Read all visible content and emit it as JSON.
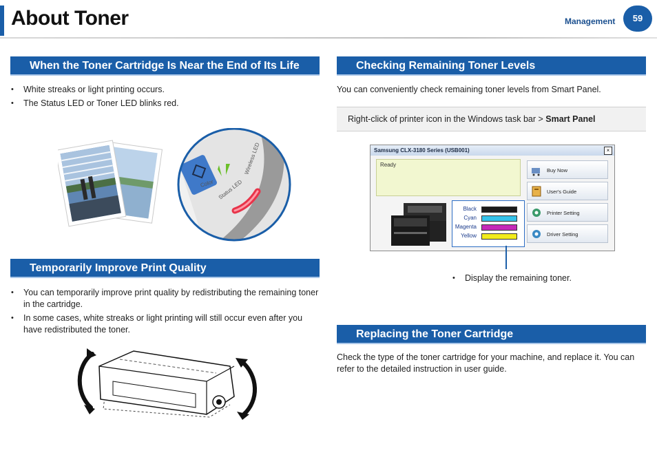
{
  "header": {
    "title": "About Toner",
    "section": "Management",
    "page_number": "59"
  },
  "section_end_of_life": {
    "heading": "When the Toner Cartridge Is Near the End of Its Life",
    "bullets": [
      "White streaks or light printing occurs.",
      "The Status LED or Toner LED blinks red."
    ],
    "led_labels": {
      "color": "Color",
      "status": "Status LED",
      "wireless": "Wireless LED"
    }
  },
  "section_improve": {
    "heading": "Temporarily Improve Print Quality",
    "bullets": [
      " You can temporarily improve print quality by redistributing the remaining toner in the cartridge.",
      "In some cases, white streaks or light printing will still occur even after you have redistributed the toner."
    ]
  },
  "section_check": {
    "heading": "Checking Remaining Toner Levels",
    "intro": "You can conveniently check remaining toner levels from Smart Panel.",
    "tip_text": "Right-click of printer icon in the Windows task bar > ",
    "tip_bold": "Smart Panel",
    "caption_bullet": "Display the remaining toner."
  },
  "smart_panel": {
    "window_title": "Samsung CLX-3180 Series (USB001)",
    "close_glyph": "×",
    "status": "Ready",
    "toner": [
      {
        "name": "Black",
        "color": "#1a1a1a",
        "level": 1.0
      },
      {
        "name": "Cyan",
        "color": "#35c3ea",
        "level": 1.0
      },
      {
        "name": "Magenta",
        "color": "#c52ab8",
        "level": 1.0
      },
      {
        "name": "Yellow",
        "color": "#f2ec1c",
        "level": 1.0
      }
    ],
    "buttons": [
      "Buy Now",
      "User's Guide",
      "Printer Setting",
      "Driver Setting"
    ]
  },
  "section_replace": {
    "heading": "Replacing the Toner Cartridge",
    "body": "Check the type of the toner cartridge for your machine, and replace it. You can refer to the detailed instruction in user guide."
  },
  "colors": {
    "accent": "#1a5ea8",
    "led_red": "#e8344a",
    "led_green": "#6cbf2a"
  }
}
